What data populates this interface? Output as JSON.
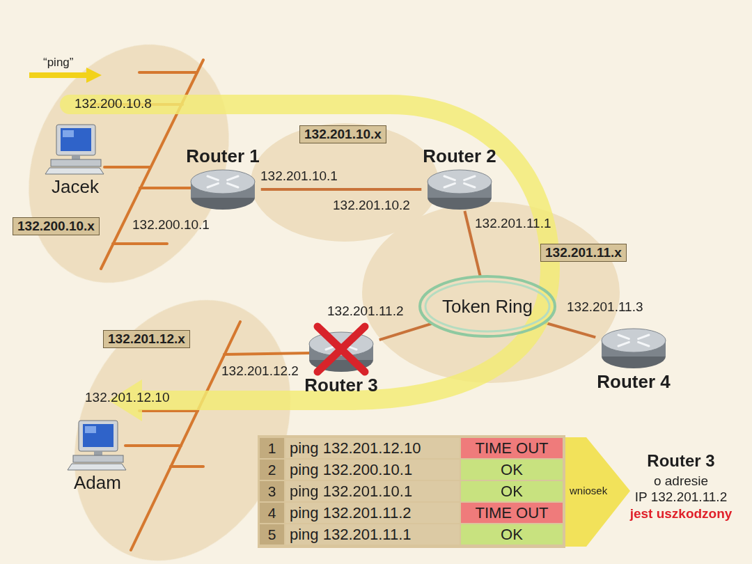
{
  "diagram": {
    "nodes": [
      {
        "text": [
          "132.201.10.x"
        ]
      },
      {
        "text": [
          "Router 1"
        ]
      },
      {
        "text": [
          "Router 2"
        ]
      },
      {
        "text": [
          "Jacek"
        ]
      },
      {
        "text": [
          "132.200.10.x"
        ]
      },
      {
        "text": [
          "132.201.11.x"
        ]
      },
      {
        "text": [
          "Token Ring"
        ]
      },
      {
        "text": [
          "132.201.12.x"
        ]
      },
      {
        "text": [
          "Router 3"
        ]
      },
      {
        "text": [
          "Router 4"
        ]
      },
      {
        "text": [
          "Adam"
        ]
      }
    ],
    "edges": [
      {
        "from": 1,
        "to": 2,
        "arrow": "none"
      },
      {
        "from": 2,
        "to": 6,
        "arrow": "none"
      },
      {
        "from": 8,
        "to": 6,
        "arrow": "none"
      },
      {
        "from": 6,
        "to": 9,
        "arrow": "none"
      }
    ],
    "labels": [
      "“ping”",
      "132.200.10.8",
      "132.201.10.1",
      "132.201.10.2",
      "132.200.10.1",
      "132.201.11.1",
      "132.201.11.2",
      "132.201.11.3",
      "132.201.12.2",
      "132.201.12.10",
      "1",
      "ping 132.201.12.10",
      "TIME OUT",
      "2",
      "ping 132.200.10.1",
      "OK",
      "3",
      "ping 132.201.10.1",
      "OK",
      "4",
      "ping 132.201.11.2",
      "TIME OUT",
      "5",
      "ping 132.201.11.1",
      "OK",
      "wniosek",
      "Router 3",
      "o adresie",
      "IP 132.201.11.2",
      "jest uszkodzony"
    ]
  }
}
